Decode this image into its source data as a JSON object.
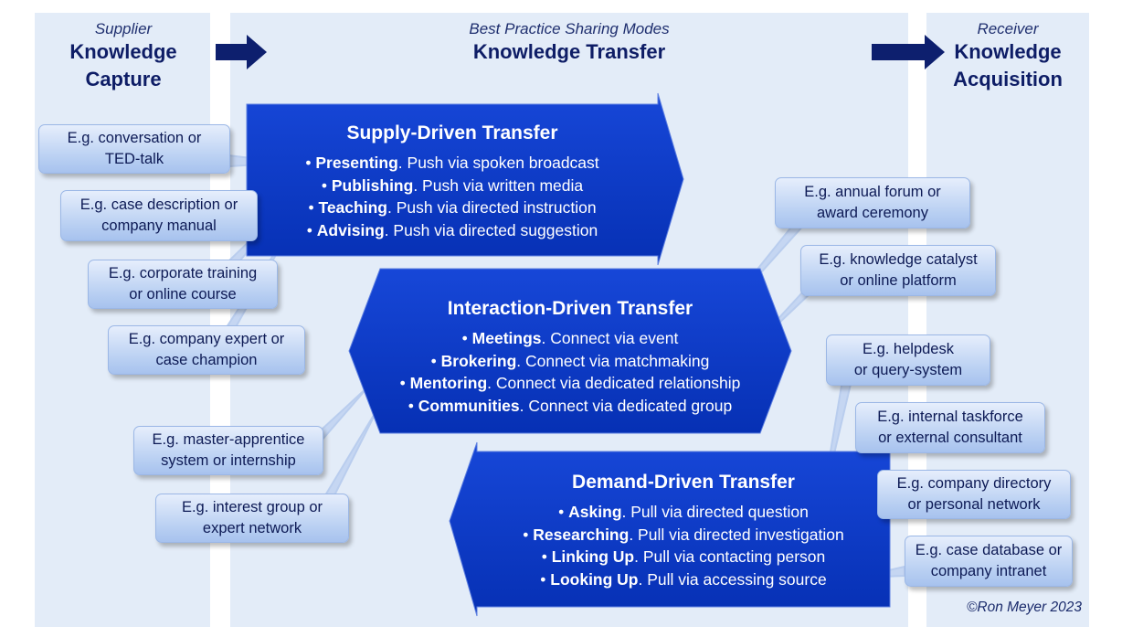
{
  "columns": {
    "supplier": {
      "subtitle": "Supplier",
      "title_line1": "Knowledge",
      "title_line2": "Capture"
    },
    "modes": {
      "subtitle": "Best Practice Sharing Modes",
      "title": "Knowledge Transfer"
    },
    "receiver": {
      "subtitle": "Receiver",
      "title_line1": "Knowledge",
      "title_line2": "Acquisition"
    }
  },
  "blocks": {
    "supply": {
      "title": "Supply-Driven Transfer",
      "items": [
        {
          "term": "Presenting",
          "desc": ". Push via spoken broadcast"
        },
        {
          "term": "Publishing",
          "desc": ". Push via written media"
        },
        {
          "term": "Teaching",
          "desc": ". Push via directed instruction"
        },
        {
          "term": "Advising",
          "desc": ". Push via directed suggestion"
        }
      ]
    },
    "interaction": {
      "title": "Interaction-Driven Transfer",
      "items": [
        {
          "term": "Meetings",
          "desc": ". Connect via event"
        },
        {
          "term": "Brokering",
          "desc": ". Connect via matchmaking"
        },
        {
          "term": "Mentoring",
          "desc": ". Connect via dedicated relationship"
        },
        {
          "term": "Communities",
          "desc": ". Connect via dedicated group"
        }
      ]
    },
    "demand": {
      "title": "Demand-Driven Transfer",
      "items": [
        {
          "term": "Asking",
          "desc": ". Pull via directed question"
        },
        {
          "term": "Researching",
          "desc": ". Pull via directed investigation"
        },
        {
          "term": "Linking Up",
          "desc": ". Pull via contacting person"
        },
        {
          "term": "Looking Up",
          "desc": ". Pull via accessing source"
        }
      ]
    }
  },
  "callouts": {
    "c1": {
      "line1": "E.g. conversation or",
      "line2": "TED-talk"
    },
    "c2": {
      "line1": "E.g. case description or",
      "line2": "company manual"
    },
    "c3": {
      "line1": "E.g. corporate training",
      "line2": "or online course"
    },
    "c4": {
      "line1": "E.g. company expert or",
      "line2": "case champion"
    },
    "c5": {
      "line1": "E.g. master-apprentice",
      "line2": "system or internship"
    },
    "c6": {
      "line1": "E.g. interest group or",
      "line2": "expert network"
    },
    "c7": {
      "line1": "E.g. annual forum or",
      "line2": "award ceremony"
    },
    "c8": {
      "line1": "E.g. knowledge catalyst",
      "line2": "or online platform"
    },
    "c9": {
      "line1": "E.g. helpdesk",
      "line2": "or query-system"
    },
    "c10": {
      "line1": "E.g. internal taskforce",
      "line2": "or external consultant"
    },
    "c11": {
      "line1": "E.g. company directory",
      "line2": "or personal network"
    },
    "c12": {
      "line1": "E.g. case database or",
      "line2": "company intranet"
    }
  },
  "copyright": "©Ron Meyer 2023",
  "colors": {
    "arrow_blue": "#0a37c4",
    "header_arrow": "#0d1f6e",
    "panel": "#e3ecf8"
  }
}
